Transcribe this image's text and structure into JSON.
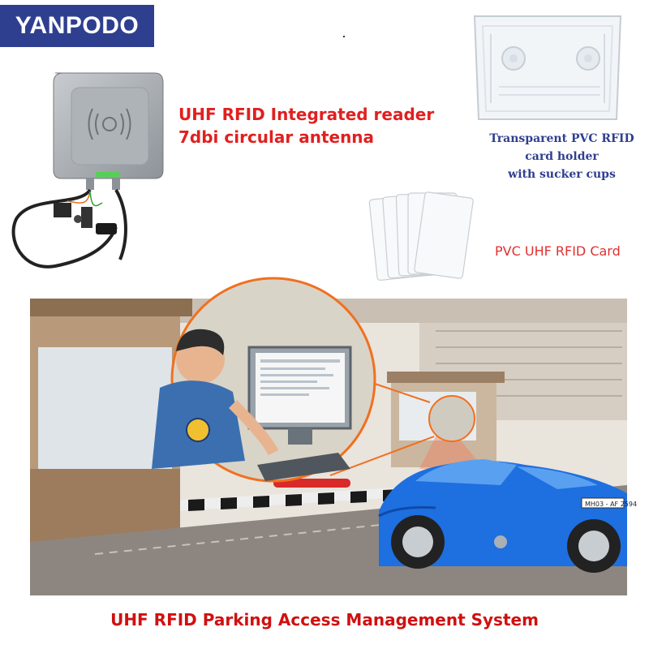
{
  "brand": {
    "name": "YANPODO"
  },
  "reader": {
    "caption_line1": "UHF RFID Integrated reader",
    "caption_line2": "7dbi circular antenna"
  },
  "holder": {
    "caption_line1": "Transparent PVC RFID card holder",
    "caption_line2": "with sucker cups"
  },
  "card": {
    "caption": "PVC UHF RFID Card"
  },
  "scene": {
    "plate_text": "MH03 - AF 2594"
  },
  "footer": {
    "caption": "UHF RFID Parking Access Management System"
  },
  "colors": {
    "brand_bg": "#2f3f8f",
    "red_caption": "#e02020",
    "blue_caption": "#2f3f8f",
    "car": "#1e6fe0"
  }
}
